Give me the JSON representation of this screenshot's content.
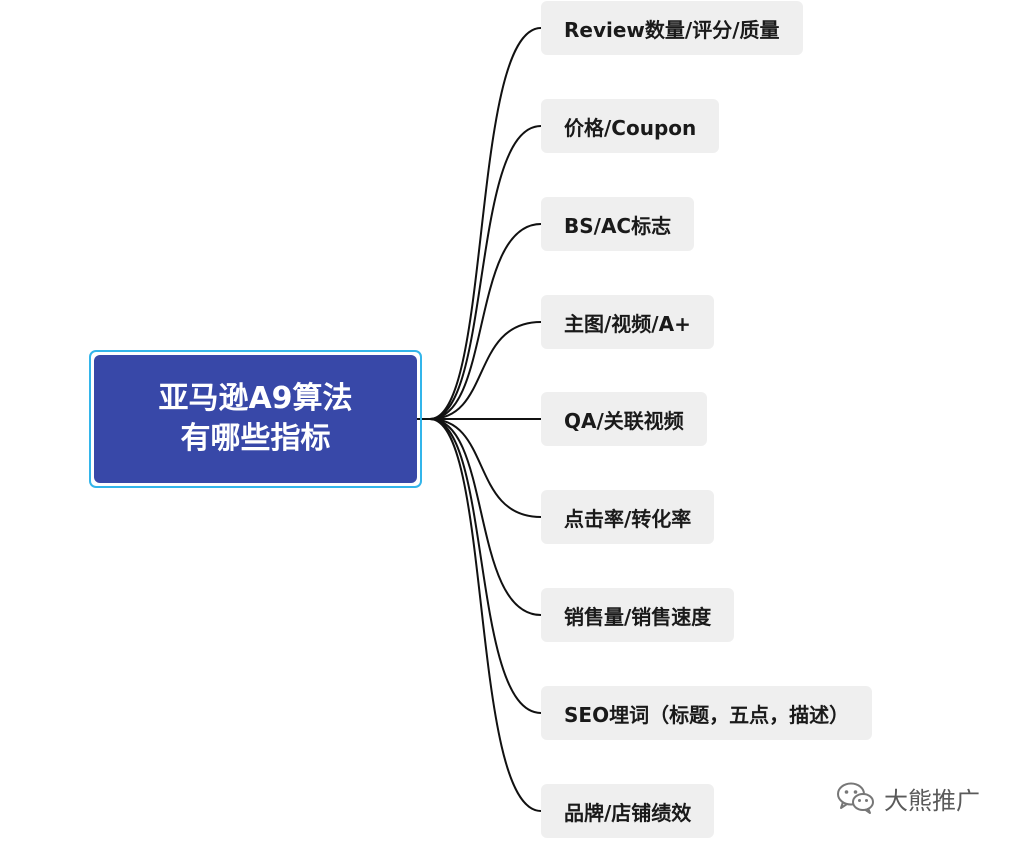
{
  "root": {
    "line1": "亚马逊A9算法",
    "line2": "有哪些指标"
  },
  "branches": [
    {
      "label": "Review数量/评分/质量"
    },
    {
      "label": "价格/Coupon"
    },
    {
      "label": "BS/AC标志"
    },
    {
      "label": "主图/视频/A+"
    },
    {
      "label": "QA/关联视频"
    },
    {
      "label": "点击率/转化率"
    },
    {
      "label": "销售量/销售速度"
    },
    {
      "label": "SEO埋词（标题，五点，描述）"
    },
    {
      "label": "品牌/店铺绩效"
    }
  ],
  "watermark": {
    "text": "大熊推广",
    "icon": "wechat-icon"
  },
  "colors": {
    "root_fill": "#3848a8",
    "root_border": "#33b5ea",
    "node_fill": "#efefef",
    "line": "#111111"
  }
}
